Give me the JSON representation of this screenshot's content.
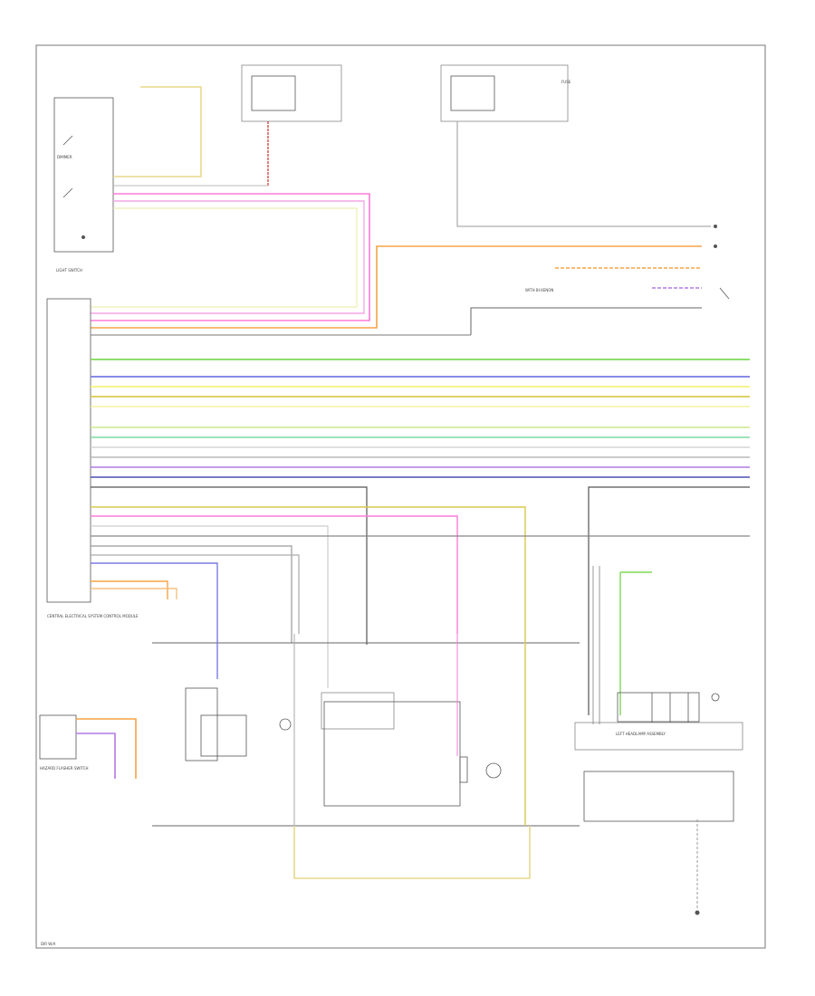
{
  "page": {
    "footer_code": "DIR W/A",
    "border_color": "#777777"
  },
  "components": {
    "light_switch": {
      "name": "LIGHT SWITCH"
    },
    "dimmer": {
      "name": "DIMMER"
    },
    "control_module": {
      "name": "CENTRAL ELECTRICAL SYSTEM CONTROL MODULE"
    },
    "left_headlamp": {
      "name": "LEFT HEADLAMP ASSEMBLY"
    },
    "hazard_switch": {
      "name": "HAZARD FLASHER SWITCH"
    }
  },
  "legend": {
    "note_a": "WITH BI-XENON",
    "note_b": "FUSE"
  },
  "colors": {
    "green": "#7ed957",
    "blue": "#7a7ae6",
    "yellow": "#f2f27a",
    "orange": "#f5a347",
    "pink": "#ff7ad9",
    "tan": "#e8d98a",
    "gray": "#9a9a9a",
    "dark": "#555555",
    "red": "#d94a4a",
    "purple": "#b07ae6",
    "brown": "#b38c4d"
  }
}
